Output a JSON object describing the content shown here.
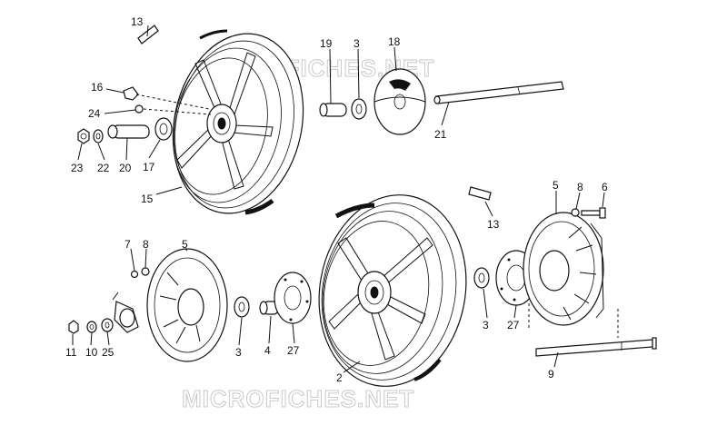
{
  "watermark": "MICROFICHES.NET",
  "labels": {
    "n13a": "13",
    "n19": "19",
    "n3a": "3",
    "n18": "18",
    "n16": "16",
    "n24": "24",
    "n21": "21",
    "n23": "23",
    "n22": "22",
    "n20": "20",
    "n17": "17",
    "n15": "15",
    "n5a": "5",
    "n8a": "8",
    "n6": "6",
    "n13b": "13",
    "n7": "7",
    "n8b": "8",
    "n5b": "5",
    "n11": "11",
    "n10": "10",
    "n25": "25",
    "n3b": "3",
    "n4": "4",
    "n27a": "27",
    "n2": "2",
    "n3c": "3",
    "n27b": "27",
    "n9": "9"
  }
}
